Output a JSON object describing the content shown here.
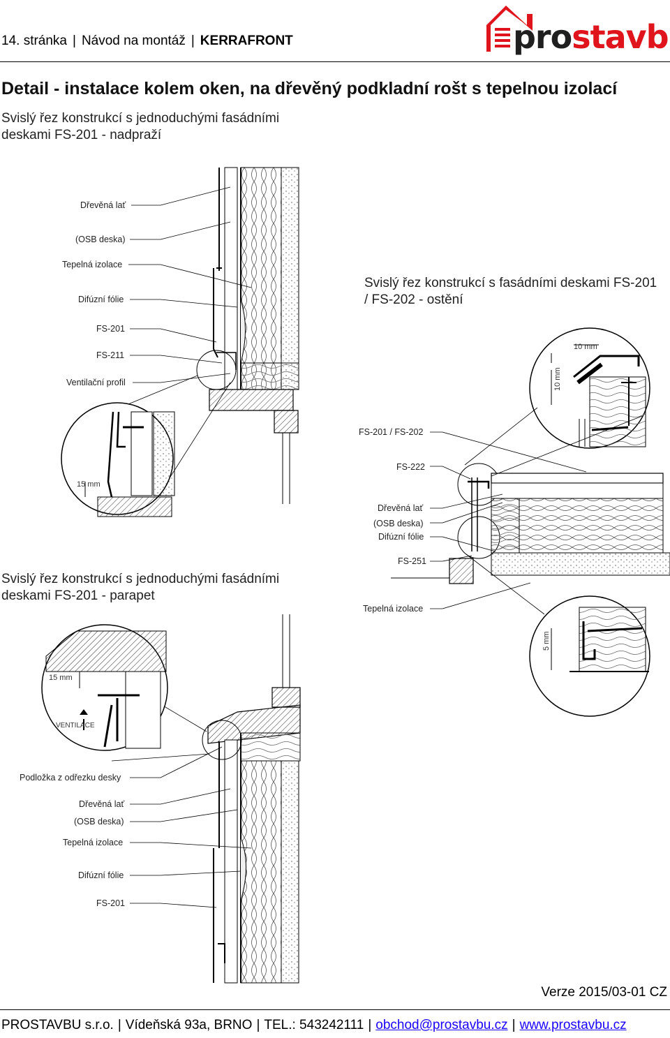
{
  "header": {
    "page": "14. stránka",
    "doc": "Návod na montáž",
    "product": "KERRAFRONT"
  },
  "logo": {
    "part1": "pro",
    "part2": "stavbu",
    "color_dark": "#1f1f1f",
    "color_red": "#e0141c"
  },
  "title": "Detail - instalace kolem oken, na dřevěný podkladní rošt s tepelnou izolací",
  "section1": {
    "subtitle": "Svislý řez konstrukcí s jednoduchými fasádními deskami FS-201 - nadpraží",
    "labels": [
      "Dřevěná lať",
      "(OSB deska)",
      "Tepelná izolace",
      "Difúzní fólie",
      "FS-201",
      "FS-211",
      "Ventilační profil"
    ],
    "dim": "15 mm"
  },
  "section2": {
    "subtitle": "Svislý řez konstrukcí s fasádními deskami FS-201 / FS-202 - ostění",
    "labels": [
      "FS-201 / FS-202",
      "FS-222",
      "Dřevěná lať",
      "(OSB deska)",
      "Difúzní fólie",
      "FS-251",
      "Tepelná izolace"
    ],
    "dim_top": "10 mm",
    "dim_side": "10 mm",
    "dim_bottom": "5 mm"
  },
  "section3": {
    "subtitle": "Svislý řez konstrukcí s jednoduchými fasádními deskami FS-201 - parapet",
    "labels": [
      "Podložka z odřezku desky",
      "Dřevěná lať",
      "(OSB deska)",
      "Tepelná izolace",
      "Difúzní fólie",
      "FS-201"
    ],
    "dim": "15 mm",
    "vent": "VENTILACE"
  },
  "version": "Verze 2015/03-01 CZ",
  "footer": {
    "company": "PROSTAVBU s.r.o.",
    "address": "Vídeňská 93a, BRNO",
    "phone": "TEL.: 543242111",
    "email": "obchod@prostavbu.cz",
    "web": "www.prostavbu.cz"
  }
}
